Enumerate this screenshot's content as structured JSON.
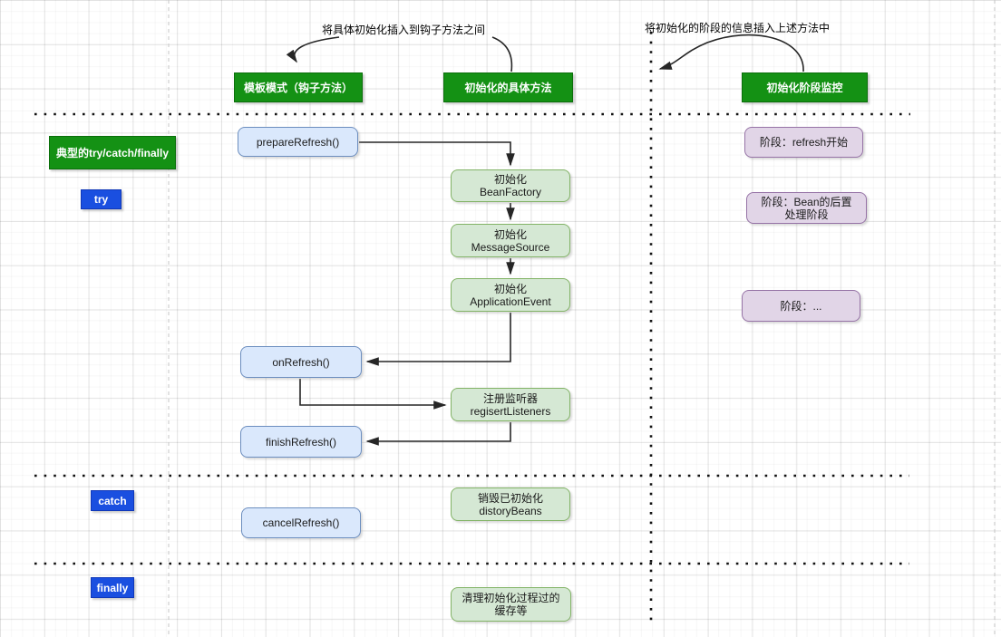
{
  "annotations": {
    "hook_note": "将具体初始化插入到钩子方法之间",
    "stage_note": "将初始化的阶段的信息插入上述方法中"
  },
  "columns": {
    "template": "模板模式（钩子方法）",
    "concrete": "初始化的具体方法",
    "monitor": "初始化阶段监控"
  },
  "try_catch": {
    "title": "典型的try/catch/finally",
    "try_label": "try",
    "catch_label": "catch",
    "finally_label": "finally"
  },
  "hook_methods": {
    "prepare": "prepareRefresh()",
    "on_refresh": "onRefresh()",
    "finish": "finishRefresh()",
    "cancel": "cancelRefresh()"
  },
  "concrete_steps": {
    "bean_factory": {
      "line1": "初始化",
      "line2": "BeanFactory"
    },
    "message_source": {
      "line1": "初始化",
      "line2": "MessageSource"
    },
    "application_event": {
      "line1": "初始化",
      "line2": "ApplicationEvent"
    },
    "register_listeners": {
      "line1": "注册监听器",
      "line2": "regisertListeners"
    },
    "destroy_beans": {
      "line1": "销毁已初始化",
      "line2": "distoryBeans"
    },
    "cleanup": {
      "line1": "清理初始化过程过的",
      "line2": "缓存等"
    }
  },
  "stages": {
    "stage_refresh": "阶段：refresh开始",
    "stage_bean": {
      "line1": "阶段：Bean的后置",
      "line2": "处理阶段"
    },
    "stage_more": "阶段：..."
  },
  "colors": {
    "header_green": "#149114",
    "header_green_border": "#0b6e0b",
    "keyword_blue": "#1a4fe0",
    "flow_blue_fill": "#dae8fc",
    "flow_blue_border": "#6c8ebf",
    "flow_green_fill": "#d5e8d4",
    "flow_green_border": "#82b366",
    "stage_purple_fill": "#e1d5e7",
    "stage_purple_border": "#9673a6"
  }
}
